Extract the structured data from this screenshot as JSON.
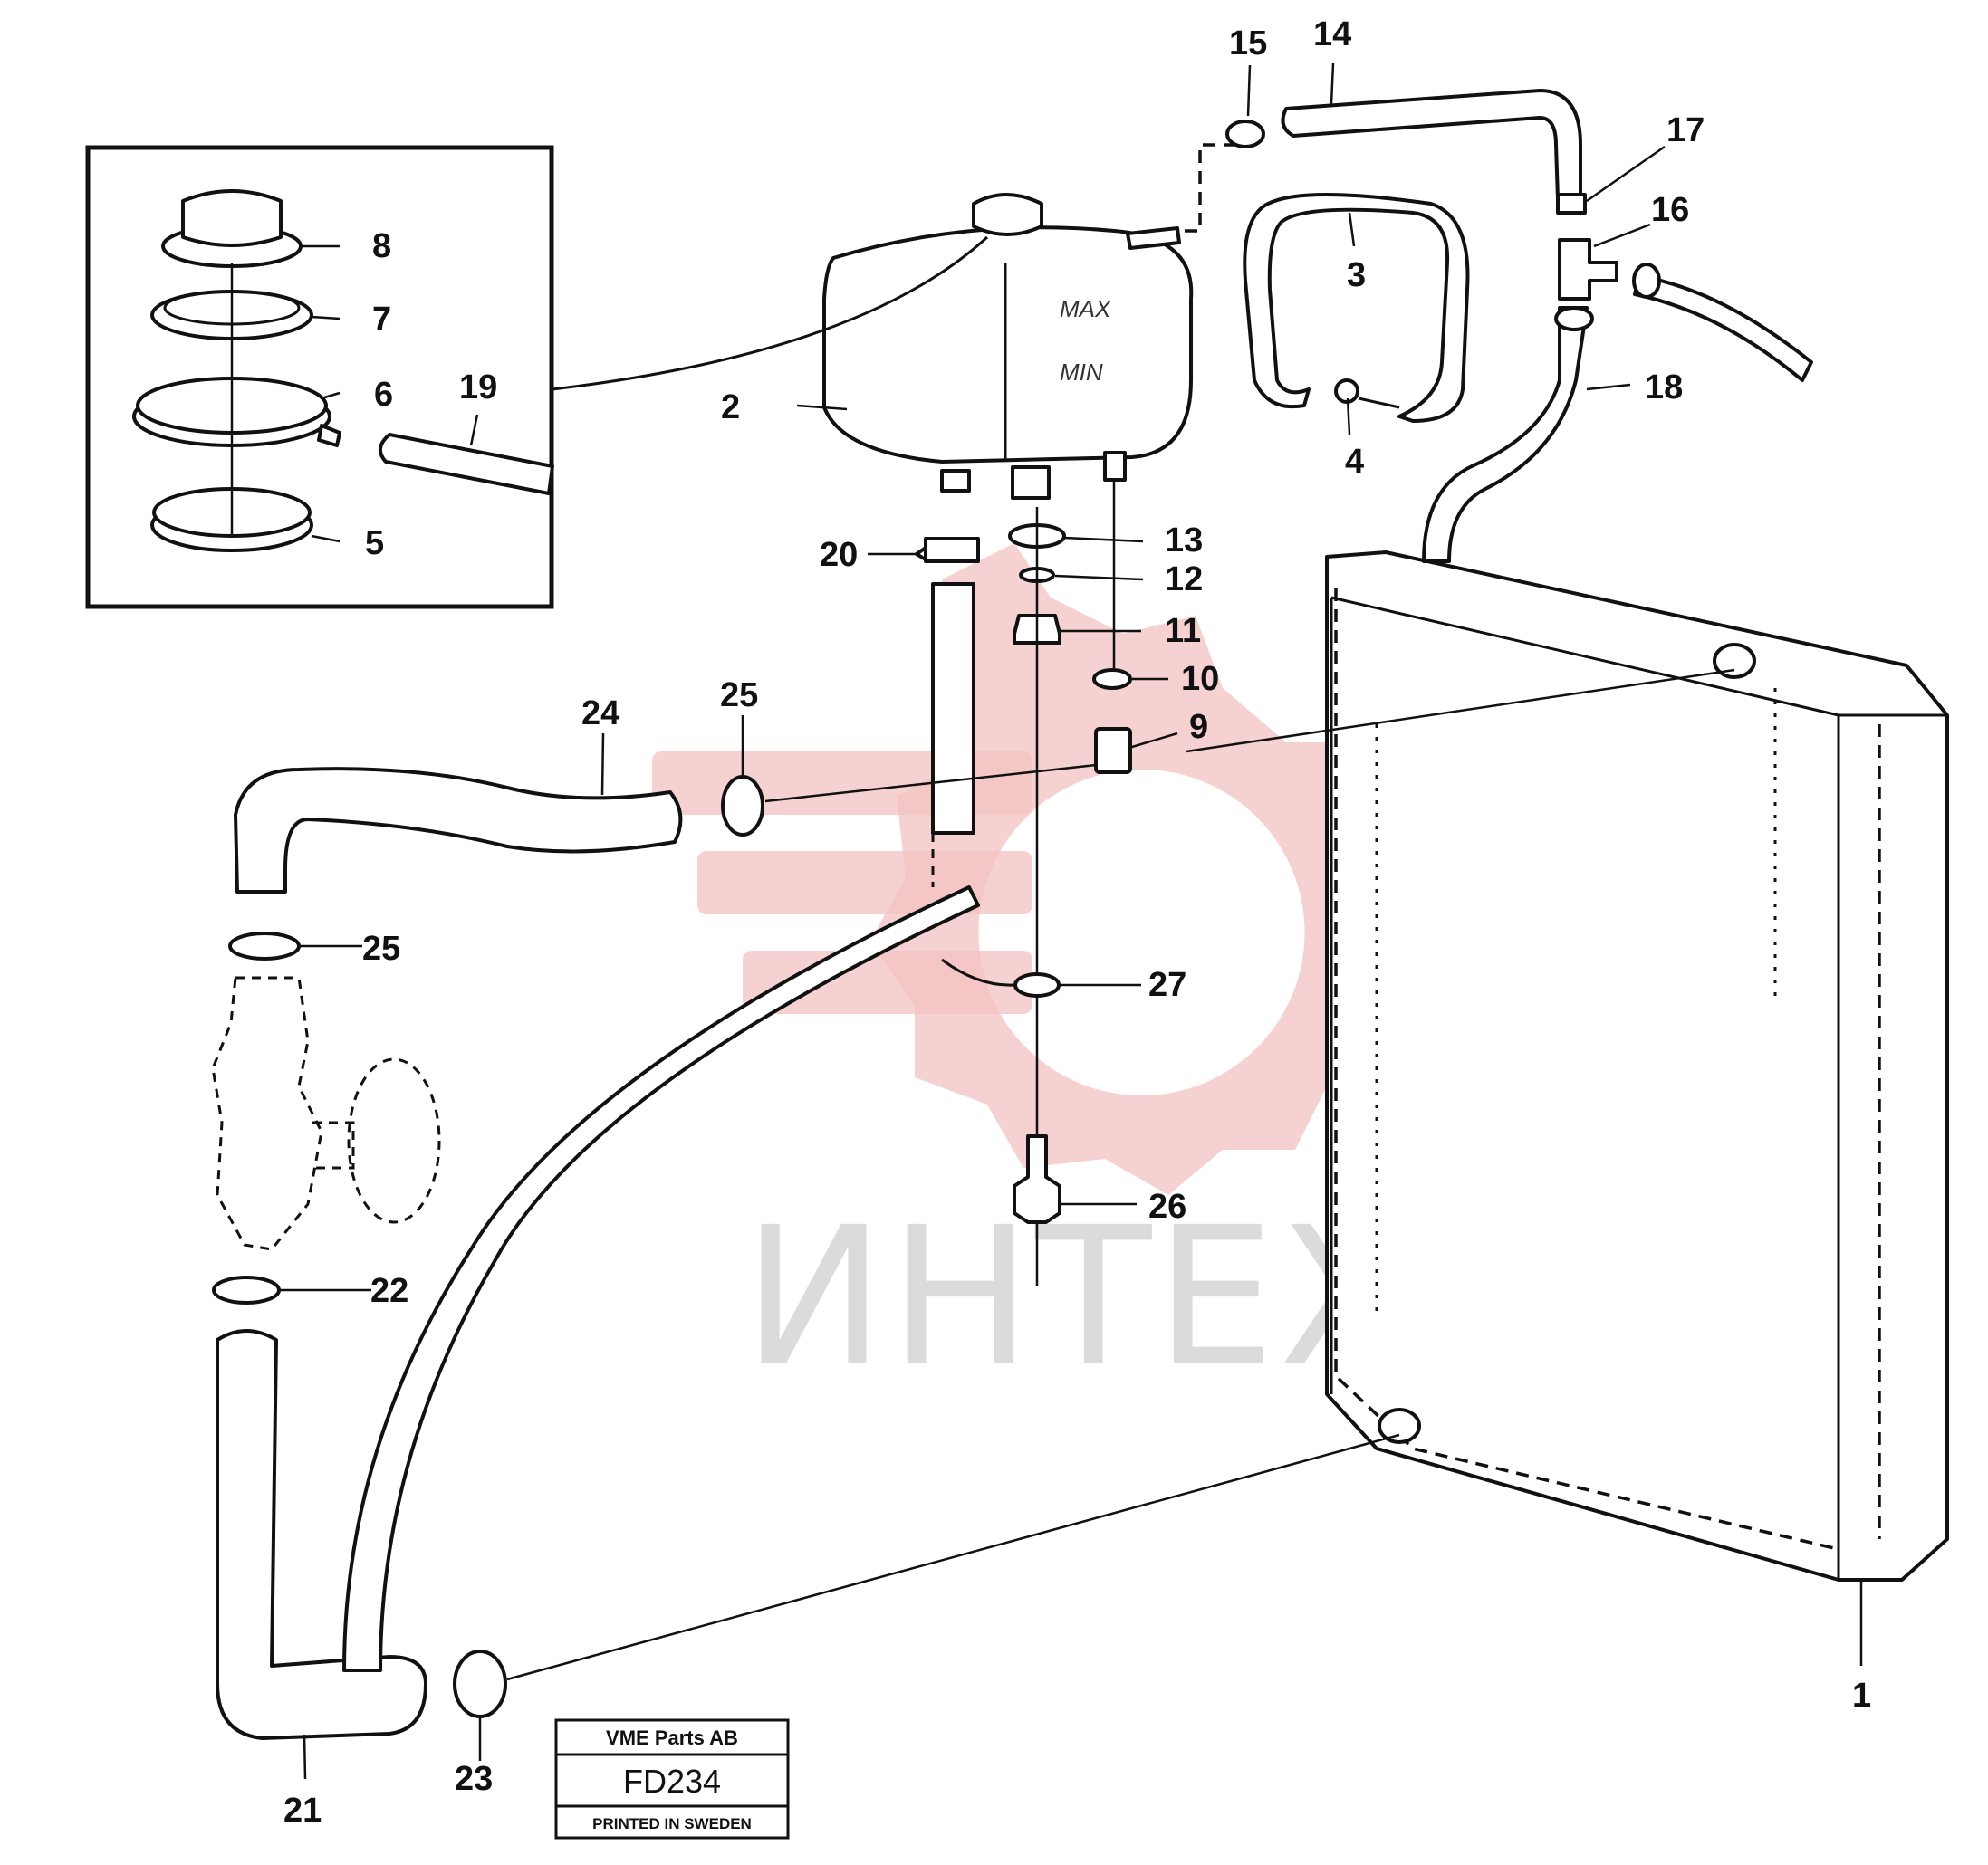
{
  "watermark": {
    "text": "ИНТЕХ",
    "color": "#f3c2c2"
  },
  "tank_markings": {
    "max": "MAX",
    "min": "MIN"
  },
  "callouts": [
    {
      "id": "1",
      "label": "1"
    },
    {
      "id": "2",
      "label": "2"
    },
    {
      "id": "3",
      "label": "3"
    },
    {
      "id": "4",
      "label": "4"
    },
    {
      "id": "5",
      "label": "5"
    },
    {
      "id": "6",
      "label": "6"
    },
    {
      "id": "7",
      "label": "7"
    },
    {
      "id": "8",
      "label": "8"
    },
    {
      "id": "9",
      "label": "9"
    },
    {
      "id": "10",
      "label": "10"
    },
    {
      "id": "11",
      "label": "11"
    },
    {
      "id": "12",
      "label": "12"
    },
    {
      "id": "13",
      "label": "13"
    },
    {
      "id": "14",
      "label": "14"
    },
    {
      "id": "15",
      "label": "15"
    },
    {
      "id": "16",
      "label": "16"
    },
    {
      "id": "17",
      "label": "17"
    },
    {
      "id": "18",
      "label": "18"
    },
    {
      "id": "19",
      "label": "19"
    },
    {
      "id": "20",
      "label": "20"
    },
    {
      "id": "21",
      "label": "21"
    },
    {
      "id": "22",
      "label": "22"
    },
    {
      "id": "23",
      "label": "23"
    },
    {
      "id": "24",
      "label": "24"
    },
    {
      "id": "25a",
      "label": "25"
    },
    {
      "id": "25b",
      "label": "25"
    },
    {
      "id": "26",
      "label": "26"
    },
    {
      "id": "27",
      "label": "27"
    }
  ],
  "title_block": {
    "company": "VME Parts AB",
    "code": "FD234",
    "footer": "PRINTED IN SWEDEN"
  }
}
